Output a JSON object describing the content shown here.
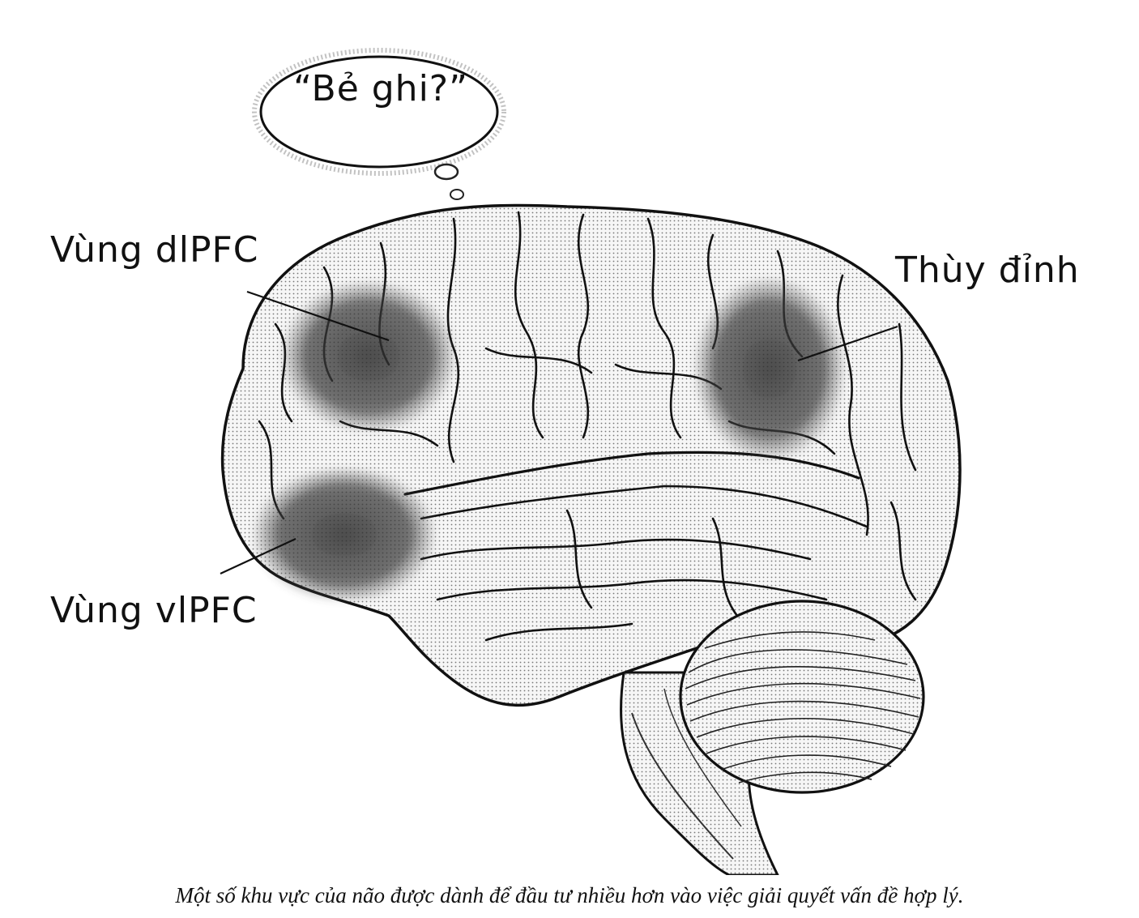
{
  "thought_bubble": {
    "text": "“Bẻ ghi?”"
  },
  "labels": {
    "dlpfc": "Vùng dlPFC",
    "parietal": "Thùy đỉnh",
    "vlpfc": "Vùng vlPFC"
  },
  "caption": "Một số khu vực của não được dành để đầu tư nhiều hơn vào việc giải quyết vấn đề hợp lý.",
  "colors": {
    "ink": "#111111",
    "highlight_region": "#3a3a3a",
    "brain_fill": "#f4f4f4"
  }
}
